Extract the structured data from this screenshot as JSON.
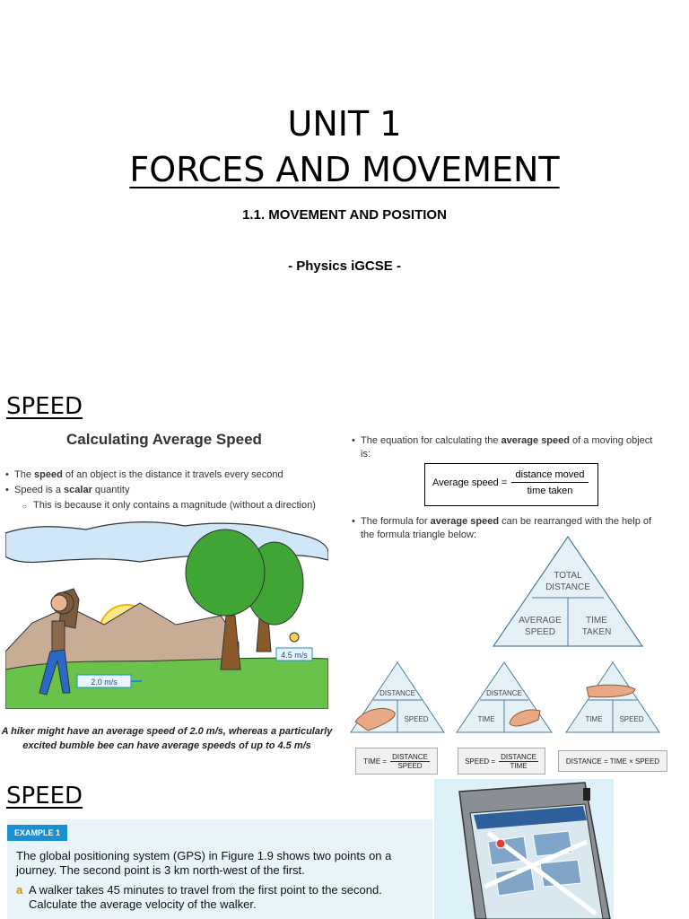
{
  "title": {
    "unit": "UNIT 1",
    "topic": "FORCES AND MOVEMENT",
    "subtopic": "1.1. MOVEMENT AND POSITION",
    "course": "- Physics iGCSE -"
  },
  "slide1": {
    "heading": "SPEED",
    "card_title": "Calculating Average Speed",
    "bullet1_pre": "The ",
    "bullet1_bold": "speed",
    "bullet1_post": " of an object is the distance it travels every second",
    "bullet2_pre": "Speed is a ",
    "bullet2_bold": "scalar",
    "bullet2_post": " quantity",
    "sub_bullet": "This is because it only contains a magnitude (without a direction)",
    "hiker_speed": "2.0 m/s",
    "bee_speed": "4.5 m/s",
    "caption_line1": "A hiker might have an average speed of 2.0 m/s, whereas a particularly",
    "caption_line2": "excited bumble bee can have average speeds of up to 4.5 m/s",
    "eq_intro_pre": "The equation for calculating the ",
    "eq_intro_bold": "average speed",
    "eq_intro_post": " of a moving object",
    "eq_intro_line2": "is:",
    "eq_lhs": "Average speed =",
    "eq_num": "distance moved",
    "eq_den": "time taken",
    "formula_intro_pre": "The formula for ",
    "formula_intro_bold": "average speed",
    "formula_intro_post": " can be rearranged with the help of",
    "formula_intro_line2": "the formula triangle below:",
    "triangle": {
      "top_line1": "TOTAL",
      "top_line2": "DISTANCE",
      "left_line1": "AVERAGE",
      "left_line2": "SPEED",
      "right_line1": "TIME",
      "right_line2": "TAKEN"
    },
    "small_tri": {
      "distance": "DISTANCE",
      "speed": "SPEED",
      "time": "TIME"
    },
    "formulas": {
      "f1_lhs": "TIME =",
      "f1_num": "DISTANCE",
      "f1_den": "SPEED",
      "f2_lhs": "SPEED =",
      "f2_num": "DISTANCE",
      "f2_den": "TIME",
      "f3": "DISTANCE = TIME × SPEED"
    }
  },
  "slide2": {
    "heading": "SPEED",
    "example_tag": "EXAMPLE 1",
    "example_line1": "The global positioning system (GPS) in Figure 1.9 shows two points on a",
    "example_line2": "journey. The second point is 3 km north-west of the first.",
    "part_a_label": "a",
    "part_a_line1": "A walker takes 45 minutes to travel from the first point to the second.",
    "part_a_line2": "Calculate the average velocity of the walker."
  },
  "colors": {
    "example_blue": "#1a90d0",
    "example_panel": "#e8f3fa",
    "triangle_fill": "#e6f1f7",
    "sky_blue": "#cfe7f7",
    "grass_green": "#69c24a"
  }
}
